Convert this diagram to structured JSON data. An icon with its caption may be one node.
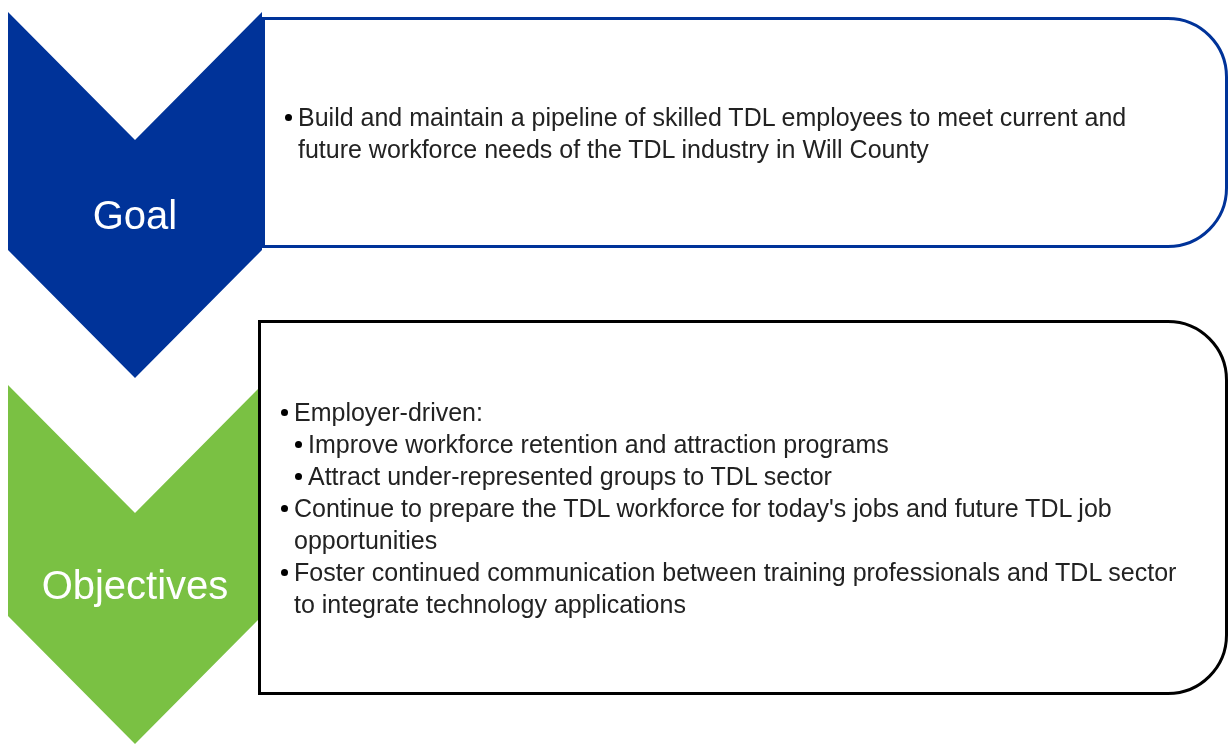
{
  "diagram": {
    "nodes": [
      {
        "text": [
          "Goal"
        ]
      },
      {
        "text": [
          "Build and maintain a pipeline of skilled TDL employees to meet current and future workforce needs of the TDL industry in Will County"
        ]
      },
      {
        "text": [
          "Objectives"
        ]
      },
      {
        "text": [
          "Employer-driven:",
          "Improve workforce retention and attraction programs",
          "Attract under-represented groups to TDL sector",
          "Continue to prepare the TDL workforce for today's jobs and future TDL job opportunities",
          "Foster continued communication between training professionals and TDL sector to integrate technology applications"
        ]
      }
    ]
  }
}
